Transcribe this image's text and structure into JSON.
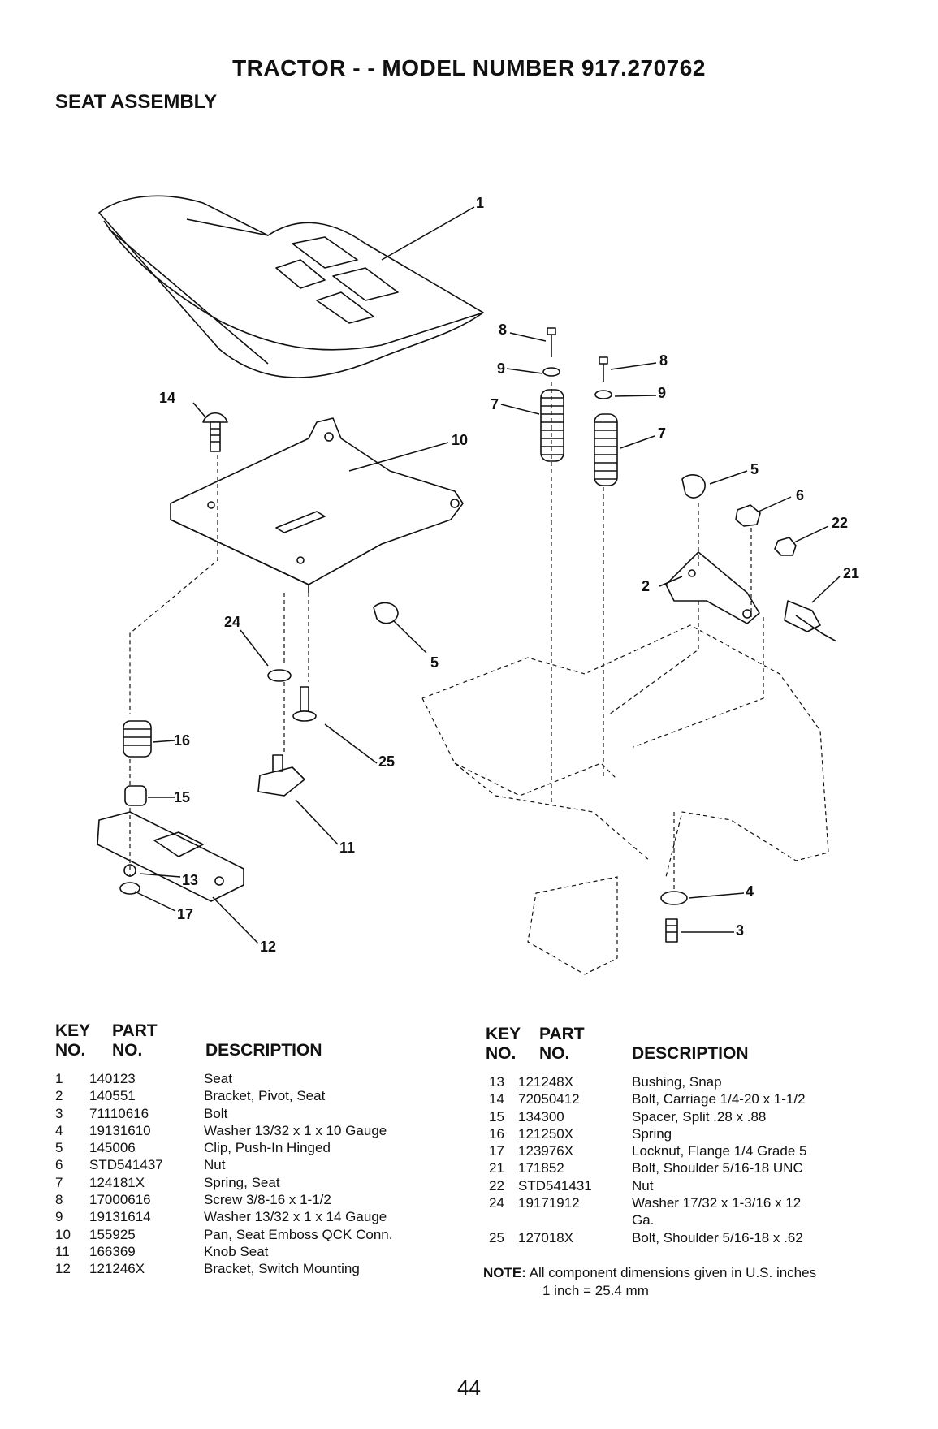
{
  "header": {
    "title": "TRACTOR - - MODEL NUMBER 917.270762",
    "subtitle": "SEAT ASSEMBLY"
  },
  "diagram": {
    "callouts": [
      "1",
      "14",
      "10",
      "8",
      "9",
      "7",
      "8",
      "9",
      "7",
      "5",
      "6",
      "22",
      "21",
      "2",
      "24",
      "5",
      "16",
      "25",
      "15",
      "11",
      "13",
      "17",
      "12",
      "4",
      "3"
    ]
  },
  "table_headers": {
    "key": "KEY",
    "no1": "NO.",
    "part": "PART",
    "no2": "NO.",
    "description": "DESCRIPTION"
  },
  "parts_left": [
    {
      "key": "1",
      "part": "140123",
      "desc": "Seat"
    },
    {
      "key": "2",
      "part": "140551",
      "desc": "Bracket, Pivot, Seat"
    },
    {
      "key": "3",
      "part": "71110616",
      "desc": "Bolt"
    },
    {
      "key": "4",
      "part": "19131610",
      "desc": "Washer 13/32 x 1 x 10 Gauge"
    },
    {
      "key": "5",
      "part": "145006",
      "desc": "Clip, Push-In Hinged"
    },
    {
      "key": "6",
      "part": "STD541437",
      "desc": "Nut"
    },
    {
      "key": "7",
      "part": "124181X",
      "desc": "Spring, Seat"
    },
    {
      "key": "8",
      "part": "17000616",
      "desc": "Screw 3/8-16 x 1-1/2"
    },
    {
      "key": "9",
      "part": "19131614",
      "desc": "Washer 13/32 x 1 x 14 Gauge"
    },
    {
      "key": "10",
      "part": "155925",
      "desc": "Pan, Seat Emboss QCK Conn."
    },
    {
      "key": "11",
      "part": "166369",
      "desc": "Knob Seat"
    },
    {
      "key": "12",
      "part": "121246X",
      "desc": "Bracket, Switch Mounting"
    }
  ],
  "parts_right": [
    {
      "key": "13",
      "part": "121248X",
      "desc": "Bushing, Snap"
    },
    {
      "key": "14",
      "part": "72050412",
      "desc": "Bolt, Carriage 1/4-20 x 1-1/2"
    },
    {
      "key": "15",
      "part": "134300",
      "desc": "Spacer, Split .28 x .88"
    },
    {
      "key": "16",
      "part": "121250X",
      "desc": "Spring"
    },
    {
      "key": "17",
      "part": "123976X",
      "desc": "Locknut, Flange 1/4 Grade 5"
    },
    {
      "key": "21",
      "part": "171852",
      "desc": "Bolt, Shoulder 5/16-18 UNC"
    },
    {
      "key": "22",
      "part": "STD541431",
      "desc": "Nut"
    },
    {
      "key": "24",
      "part": "19171912",
      "desc": "Washer 17/32 x 1-3/16 x 12"
    },
    {
      "key": "",
      "part": "",
      "desc": "Ga."
    },
    {
      "key": "25",
      "part": "127018X",
      "desc": "Bolt, Shoulder 5/16-18 x .62"
    }
  ],
  "note": {
    "label": "NOTE:",
    "text": "All component dimensions given in U.S. inches",
    "line2": "1 inch = 25.4 mm"
  },
  "page_number": "44"
}
